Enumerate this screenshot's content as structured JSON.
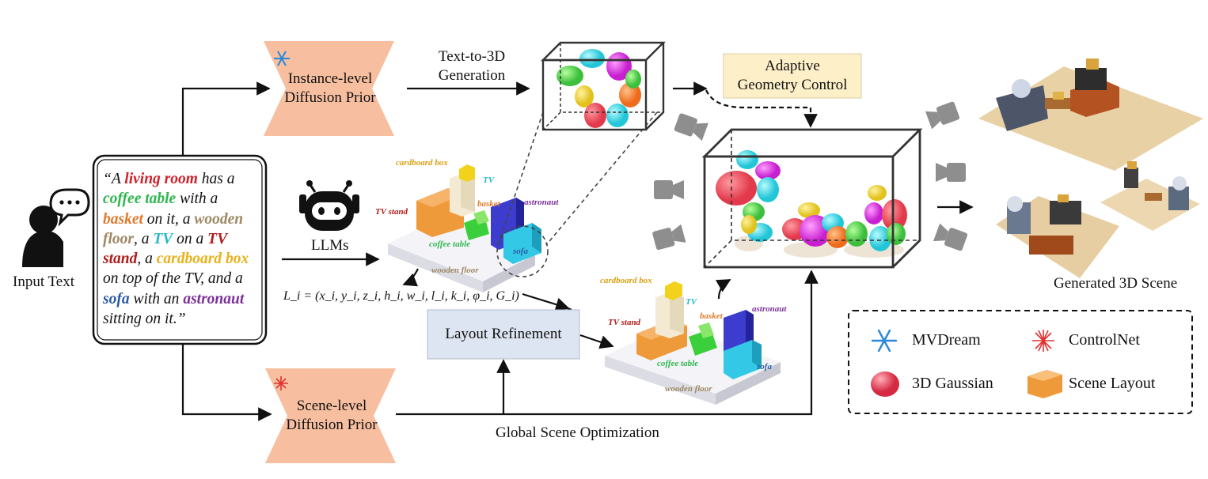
{
  "input": {
    "label": "Input Text",
    "prompt_segments": [
      {
        "text": "“A ",
        "bold": false,
        "color": "#111111"
      },
      {
        "text": "living room",
        "bold": true,
        "color": "#d0202a"
      },
      {
        "text": " has a ",
        "bold": false,
        "color": "#111111"
      },
      {
        "text": "coffee table",
        "bold": true,
        "color": "#2fb64f"
      },
      {
        "text": " with a ",
        "bold": false,
        "color": "#111111"
      },
      {
        "text": "basket",
        "bold": true,
        "color": "#e07a2e"
      },
      {
        "text": " on it, a ",
        "bold": false,
        "color": "#111111"
      },
      {
        "text": "wooden floor",
        "bold": true,
        "color": "#9c8864"
      },
      {
        "text": ", a ",
        "bold": false,
        "color": "#111111"
      },
      {
        "text": "TV",
        "bold": true,
        "color": "#27b7c9"
      },
      {
        "text": " on a ",
        "bold": false,
        "color": "#111111"
      },
      {
        "text": "TV stand",
        "bold": true,
        "color": "#b01c1c"
      },
      {
        "text": ", a ",
        "bold": false,
        "color": "#111111"
      },
      {
        "text": "cardboard box",
        "bold": true,
        "color": "#e8b21c"
      },
      {
        "text": " on top of the TV, and a ",
        "bold": false,
        "color": "#111111"
      },
      {
        "text": "sofa",
        "bold": true,
        "color": "#2b5aa3"
      },
      {
        "text": " with an ",
        "bold": false,
        "color": "#111111"
      },
      {
        "text": "astronaut",
        "bold": true,
        "color": "#7a2f9a"
      },
      {
        "text": " sitting on it.”",
        "bold": false,
        "color": "#111111"
      }
    ]
  },
  "blocks": {
    "instance_prior": "Instance-level\nDiffusion Prior",
    "scene_prior": "Scene-level\nDiffusion Prior",
    "llms": "LLMs",
    "layout_refinement": "Layout Refinement",
    "adaptive_geometry": "Adaptive\nGeometry Control",
    "text_to_3d": "Text-to-3D\nGeneration",
    "global_optimization": "Global Scene Optimization",
    "generated_scene": "Generated 3D Scene",
    "layout_formula": "L_i = (x_i, y_i, z_i, h_i, w_i, l_i, k_i, φ_i, G_i)"
  },
  "layout_tags": {
    "cardboard_box": "cardboard box",
    "tv": "TV",
    "tv_stand": "TV stand",
    "basket": "basket",
    "astronaut": "astronaut",
    "coffee_table": "coffee table",
    "sofa": "sofa",
    "wooden_floor": "wooden floor"
  },
  "legend": {
    "items": [
      {
        "icon": "snowflake-icon",
        "label": "MVDream"
      },
      {
        "icon": "controlnet-icon",
        "label": "ControlNet"
      },
      {
        "icon": "gaussian-icon",
        "label": "3D Gaussian"
      },
      {
        "icon": "layout-cube-icon",
        "label": "Scene Layout"
      }
    ]
  },
  "colors": {
    "prior_fill": "#f7bfa0",
    "refine_fill": "#dde5f2",
    "adaptive_fill": "#fdefc8",
    "arrow": "#111111"
  }
}
